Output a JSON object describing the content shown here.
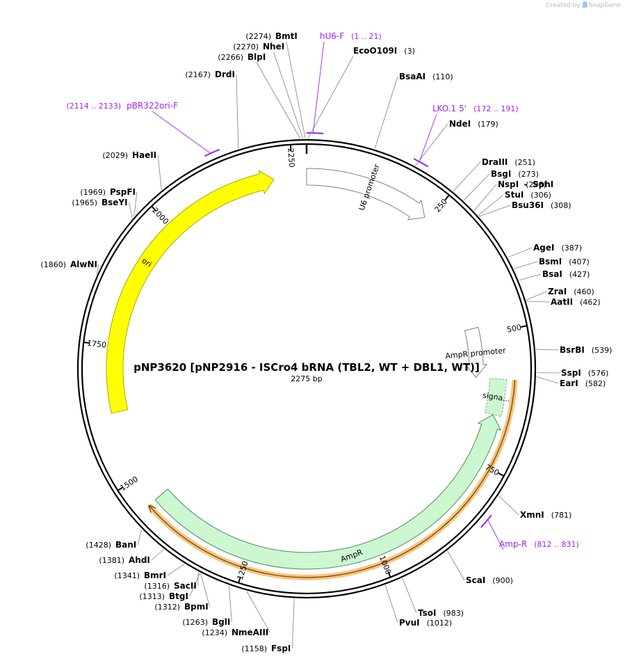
{
  "credit": {
    "prefix": "Created by",
    "brand": "SnapGene"
  },
  "title": "pNP3620 [pNP2916 - ISCro4 bRNA (TBL2, WT + DBL1, WT)]",
  "length_label": "2275 bp",
  "length": 2275,
  "ticks": [
    "250",
    "500",
    "750",
    "1000",
    "1250",
    "1500",
    "1750",
    "2000",
    "2250"
  ],
  "features": [
    {
      "name": "U6 promoter",
      "start": 1,
      "end": 241,
      "strand": 1,
      "color": "#ffffff",
      "border": "#7f7f7f",
      "track": 0
    },
    {
      "name": "AmpR promoter",
      "start": 484,
      "end": 588,
      "strand": 1,
      "color": "#ffffff",
      "border": "#7f7f7f",
      "track": 2
    },
    {
      "name": "signa...",
      "start": 589,
      "end": 657,
      "strand": -1,
      "color": "#ccf7d0",
      "border": "#7fb086",
      "track": 0,
      "dashed": true
    },
    {
      "name": "AmpR",
      "start": 657,
      "end": 1449,
      "strand": -1,
      "color": "#ccf7d0",
      "border": "#4f8a5a",
      "track": 0
    },
    {
      "name": "ori",
      "start": 1626,
      "end": 2214,
      "strand": 1,
      "color": "#ffff00",
      "border": "#a8a800",
      "track": 0
    }
  ],
  "orf": {
    "start": 589,
    "end": 1449,
    "color": "#f7c37a"
  },
  "sites": [
    {
      "name": "BmtI",
      "pos": "(2274)"
    },
    {
      "name": "NheI",
      "pos": "(2270)"
    },
    {
      "name": "BlpI",
      "pos": "(2266)"
    },
    {
      "name": "DrdI",
      "pos": "(2167)"
    },
    {
      "name": "HaeII",
      "pos": "(2029)"
    },
    {
      "name": "PspFI",
      "pos": "(1969)"
    },
    {
      "name": "BseYI",
      "pos": "(1965)"
    },
    {
      "name": "AlwNI",
      "pos": "(1860)"
    },
    {
      "name": "EcoO109I",
      "pos": "(3)"
    },
    {
      "name": "BsaAI",
      "pos": "(110)"
    },
    {
      "name": "NdeI",
      "pos": "(179)"
    },
    {
      "name": "DraIII",
      "pos": "(251)"
    },
    {
      "name": "BsgI",
      "pos": "(273)"
    },
    {
      "name": "NspI",
      "pos": "(296)"
    },
    {
      "name": "SphI",
      "pos": ""
    },
    {
      "name": "StuI",
      "pos": "(306)"
    },
    {
      "name": "Bsu36I",
      "pos": "(308)"
    },
    {
      "name": "AgeI",
      "pos": "(387)"
    },
    {
      "name": "BsmI",
      "pos": "(407)"
    },
    {
      "name": "BsaI",
      "pos": "(427)"
    },
    {
      "name": "ZraI",
      "pos": "(460)"
    },
    {
      "name": "AatII",
      "pos": "(462)"
    },
    {
      "name": "BsrBI",
      "pos": "(539)"
    },
    {
      "name": "SspI",
      "pos": "(576)"
    },
    {
      "name": "EarI",
      "pos": "(582)"
    },
    {
      "name": "XmnI",
      "pos": "(781)"
    },
    {
      "name": "ScaI",
      "pos": "(900)"
    },
    {
      "name": "TsoI",
      "pos": "(983)"
    },
    {
      "name": "PvuI",
      "pos": "(1012)"
    },
    {
      "name": "FspI",
      "pos": "(1158)"
    },
    {
      "name": "NmeAIII",
      "pos": "(1234)"
    },
    {
      "name": "BglI",
      "pos": "(1263)"
    },
    {
      "name": "BpmI",
      "pos": "(1312)"
    },
    {
      "name": "BtgI",
      "pos": "(1313)"
    },
    {
      "name": "SacII",
      "pos": "(1316)"
    },
    {
      "name": "BmrI",
      "pos": "(1341)"
    },
    {
      "name": "AhdI",
      "pos": "(1381)"
    },
    {
      "name": "BanI",
      "pos": "(1428)"
    }
  ],
  "primers": [
    {
      "name": "hU6-F",
      "pos": "(1 .. 21)",
      "start": 1,
      "end": 21
    },
    {
      "name": "pBR322ori-F",
      "pos": "(2114 .. 2133)",
      "start": 2114,
      "end": 2133
    },
    {
      "name": "LKO.1 5'",
      "pos": "(172 .. 191)",
      "start": 172,
      "end": 191
    },
    {
      "name": "Amp-R",
      "pos": "(812 .. 831)",
      "start": 812,
      "end": 831
    }
  ],
  "colors": {
    "backbone": "#000000",
    "primer": "#a020f0",
    "leader": "#7f7f7f"
  }
}
